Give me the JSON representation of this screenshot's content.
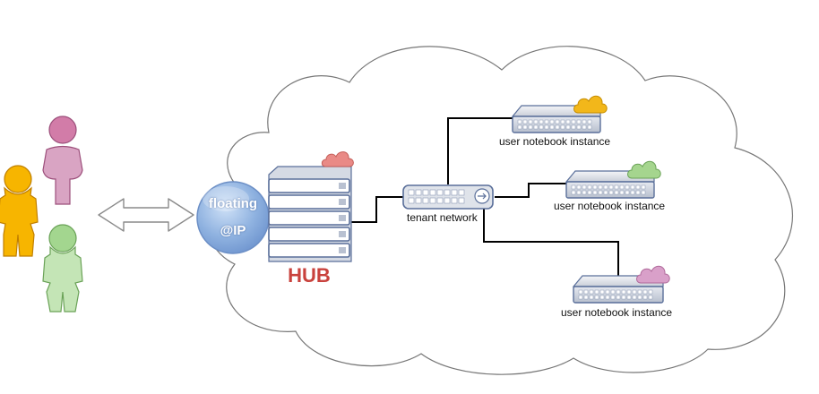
{
  "floating_ip": {
    "line1": "floating",
    "line2": "@IP"
  },
  "hub": {
    "label": "HUB"
  },
  "tenant_network": {
    "label": "tenant network"
  },
  "instances": [
    {
      "label": "user notebook instance",
      "cloud_color": "#f2b71a"
    },
    {
      "label": "user notebook instance",
      "cloud_color": "#a5d58e"
    },
    {
      "label": "user notebook instance",
      "cloud_color": "#d9a0c9"
    }
  ],
  "users": [
    {
      "name": "user-yellow",
      "color": "#f7b500"
    },
    {
      "name": "user-pink",
      "color": "#d27ca8"
    },
    {
      "name": "user-green",
      "color": "#a3d68f"
    }
  ],
  "colors": {
    "hub_title": "#c9423d",
    "hub_cloud": "#e98a86",
    "server_fill": "#e9ecf2",
    "server_stroke": "#5a6f9a",
    "link": "#000000"
  },
  "icons": [
    "cloud-icon",
    "server-rack-icon",
    "switch-icon",
    "user-icon",
    "bidirectional-arrow-icon"
  ]
}
